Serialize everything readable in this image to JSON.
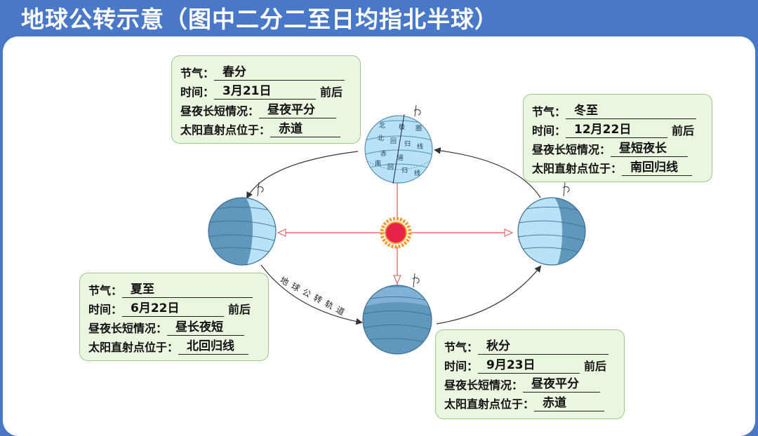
{
  "title": "地球公转示意（图中二分二至日均指北半球）",
  "orbit_label": "地球公转轨道",
  "globe_labels": [
    "北",
    "极",
    "圈",
    "北",
    "回",
    "归",
    "线",
    "赤",
    "道",
    "南",
    "回",
    "归",
    "线"
  ],
  "cards": [
    {
      "id": "spring",
      "jieqi_label": "节气：",
      "jieqi": "春分",
      "time_label": "时间：",
      "time": "3月21日",
      "time_suffix": "前后",
      "daynight_label": "昼夜长短情况：",
      "daynight": "昼夜平分",
      "sun_label": "太阳直射点位于：",
      "sun": "赤道"
    },
    {
      "id": "winter",
      "jieqi_label": "节气：",
      "jieqi": "冬至",
      "time_label": "时间：",
      "time": "12月22日",
      "time_suffix": "前后",
      "daynight_label": "昼夜长短情况：",
      "daynight": "昼短夜长",
      "sun_label": "太阳直射点位于：",
      "sun": "南回归线"
    },
    {
      "id": "summer",
      "jieqi_label": "节气：",
      "jieqi": "夏至",
      "time_label": "时间：",
      "time": "6月22日",
      "time_suffix": "前后",
      "daynight_label": "昼夜长短情况：",
      "daynight": "昼长夜短",
      "sun_label": "太阳直射点位于：",
      "sun": "北回归线"
    },
    {
      "id": "autumn",
      "jieqi_label": "节气：",
      "jieqi": "秋分",
      "time_label": "时间：",
      "time": "9月23日",
      "time_suffix": "前后",
      "daynight_label": "昼夜长短情况：",
      "daynight": "昼夜平分",
      "sun_label": "太阳直射点位于：",
      "sun": "赤道"
    }
  ],
  "colors": {
    "header": "#4a78c9",
    "card_bg": "#eaf6e0",
    "card_border": "#9cc98a",
    "day": "#b8e2f6",
    "night": "#5f97bd",
    "sun": "#e8234a",
    "sun_rays": "#f39a2b",
    "ray_line": "#e05555",
    "orbit": "#333333"
  }
}
